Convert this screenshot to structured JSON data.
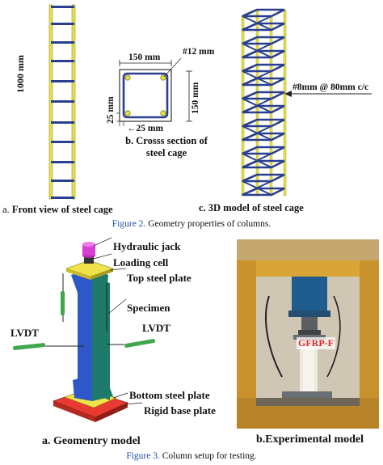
{
  "figure2": {
    "caption_label": "Figure 2.",
    "caption_text": " Geometry properties of columns.",
    "panel_a": {
      "prefix": "a.",
      "text": " Front view of steel cage",
      "height_dim": "1000 mm"
    },
    "panel_b": {
      "line1": "b. Crosss section of",
      "line2": "steel cage",
      "top_dim": "150 mm",
      "bar_dim": "#12 mm",
      "right_dim": "150 mm",
      "left_dim": "25 mm",
      "bottom_dim": "25 mm"
    },
    "panel_c": {
      "text": "c.  3D model of steel cage",
      "stirrup_label": "#8mm @ 80mm c/c"
    }
  },
  "figure3": {
    "caption_label": "Figure 3.",
    "caption_text": " Column setup for testing.",
    "geometry_model": {
      "title": "a. Geomentry model",
      "labels": {
        "hydraulic_jack": "Hydraulic jack",
        "loading_cell": "Loading cell",
        "top_plate": "Top steel plate",
        "specimen": "Specimen",
        "lvdt_left": "LVDT",
        "lvdt_right": "LVDT",
        "bottom_plate": "Bottom steel plate",
        "base_plate": "Rigid base plate"
      }
    },
    "experimental_model": {
      "title": "b.Experimental model",
      "specimen_tag": "GFRP-F"
    }
  },
  "colors": {
    "cage_blue": "#2a3f8f",
    "cage_yellow": "#e6e04a",
    "caption_blue": "#1a4f9c",
    "specimen_green": "#1e7a6a",
    "specimen_blue": "#2e58c8",
    "plate_yellow": "#f0e24a",
    "base_red": "#e83a30",
    "jack_magenta": "#d93fd0"
  }
}
